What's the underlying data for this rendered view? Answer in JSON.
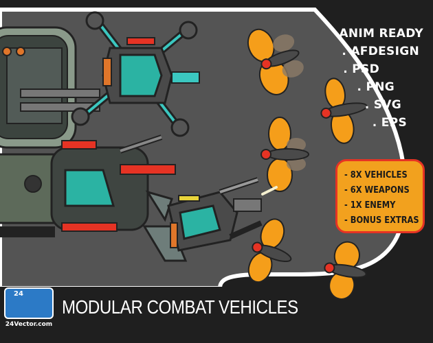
{
  "formats": {
    "anim_ready": "ANIM READY",
    "afdesign": ". AFDESIGN",
    "psd": ". PSD",
    "png": ". PNG",
    "svg": ". SVG",
    "eps": ". EPS"
  },
  "features": [
    "- 8X VEHICLES",
    "- 6X WEAPONS",
    "- 1X ENEMY",
    "- BONUS EXTRAS"
  ],
  "brand": {
    "logo_number": "24",
    "logo_text": "24Vector.com"
  },
  "title": "MODULAR COMBAT VEHICLES",
  "colors": {
    "background": "#1f1f1f",
    "panel": "#545454",
    "panel_border": "#ffffff",
    "badge_fill": "#f2a11e",
    "badge_border": "#e63324",
    "bug_orange": "#f59e1a",
    "cockpit_teal": "#2bb3a3"
  }
}
